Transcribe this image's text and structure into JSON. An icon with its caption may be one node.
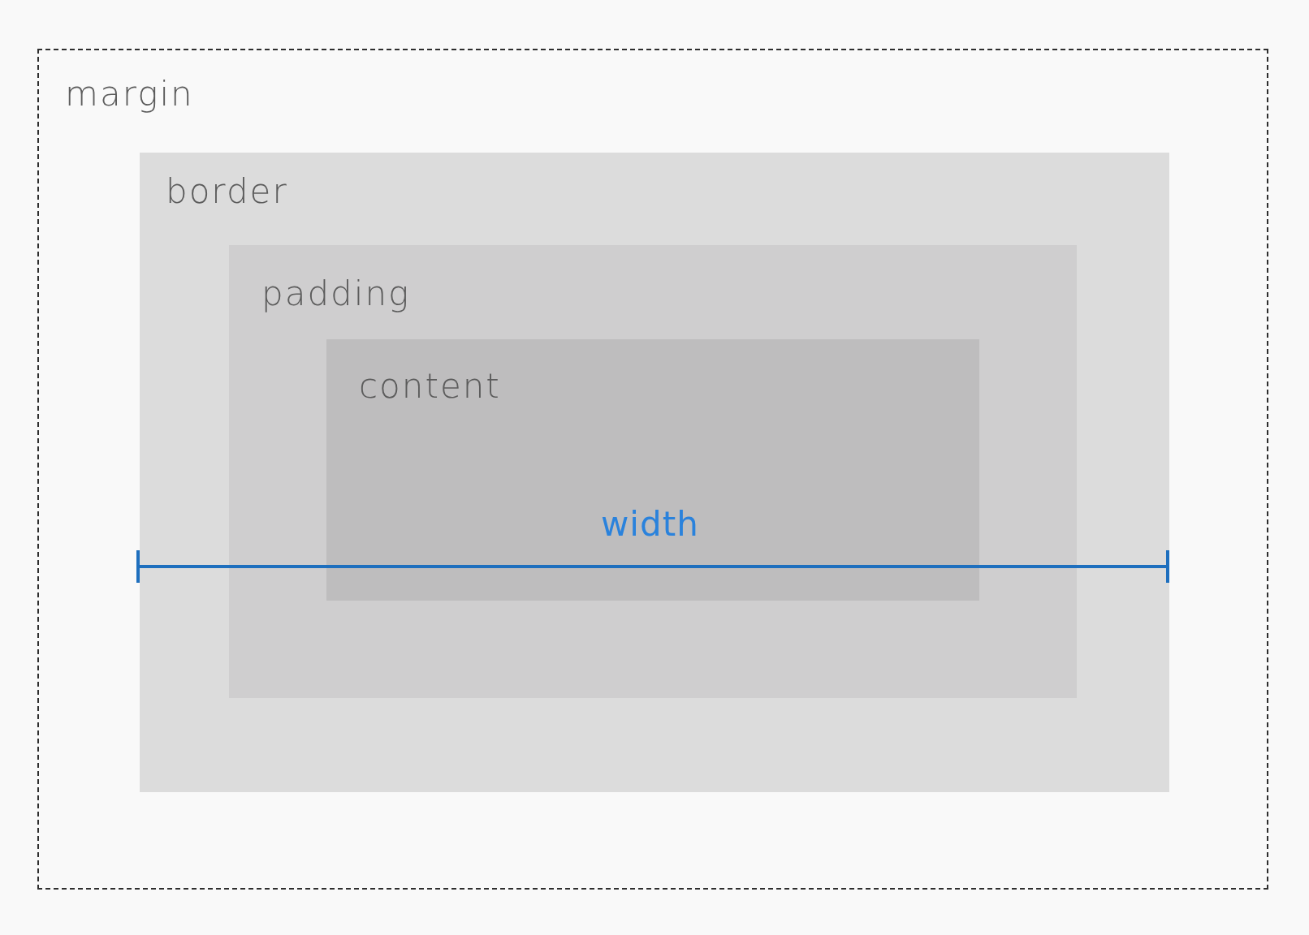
{
  "diagram": {
    "nodes": [
      {
        "text": [
          "margin"
        ]
      },
      {
        "text": [
          "border"
        ],
        "in": 0
      },
      {
        "text": [
          "padding"
        ],
        "in": 1
      },
      {
        "text": [
          "content"
        ],
        "in": 2
      }
    ],
    "labels": [
      "width"
    ]
  }
}
